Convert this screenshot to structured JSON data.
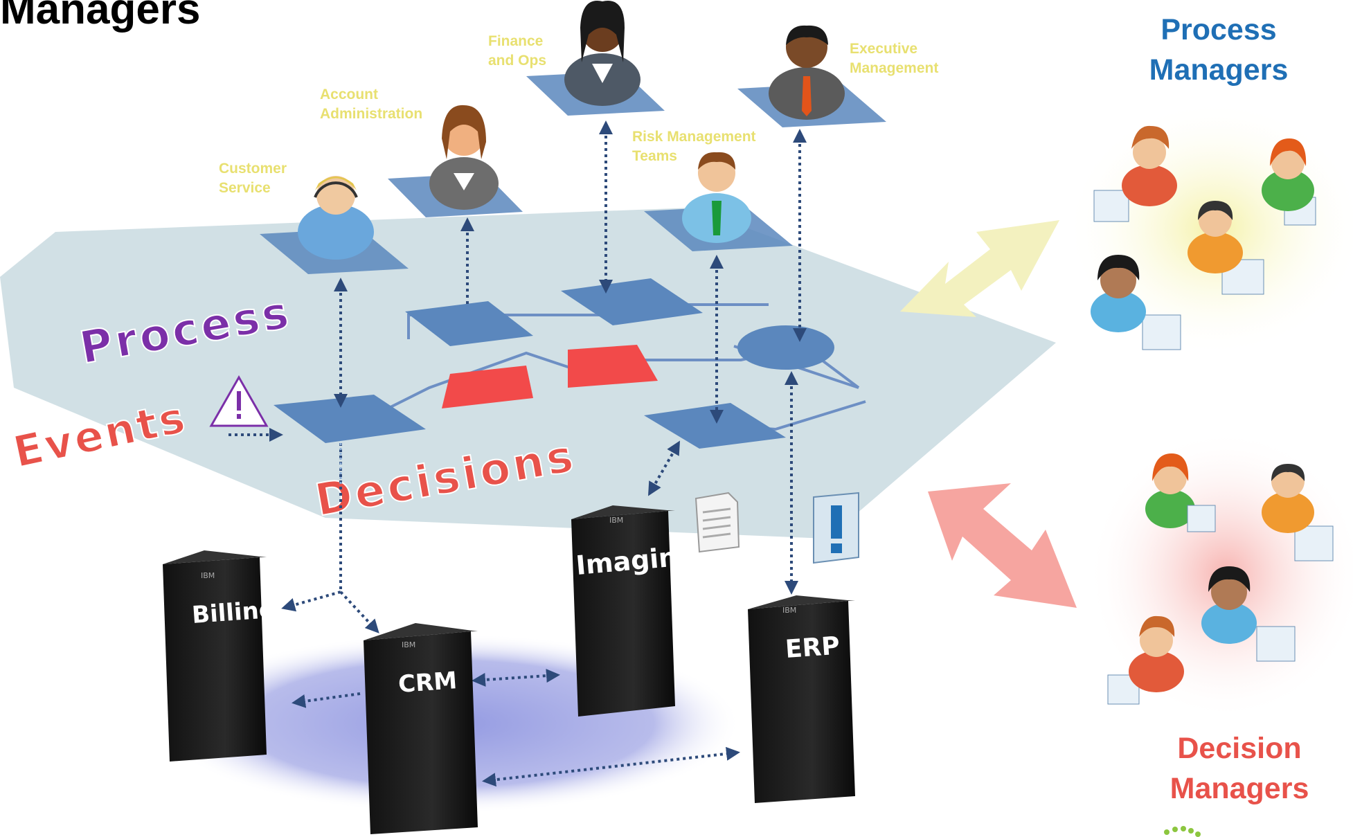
{
  "title": "Managers",
  "roles": {
    "customer_service": "Customer\nService",
    "account_admin": "Account\nAdministration",
    "finance_ops": "Finance\nand Ops",
    "risk_mgmt": "Risk Management\nTeams",
    "executive": "Executive\nManagement"
  },
  "plane_labels": {
    "process": "Process",
    "events": "Events",
    "decisions": "Decisions"
  },
  "systems": {
    "billing": "Billing",
    "crm": "CRM",
    "imaging": "Imaging",
    "erp": "ERP",
    "vendor": "IBM"
  },
  "groups": {
    "process_managers": "Process\nManagers",
    "decision_managers": "Decision\nManagers"
  },
  "colors": {
    "process_label": "#7b2fa8",
    "events_label": "#e8524a",
    "decisions_label": "#e8524a",
    "plane": "#c9dbe0",
    "task_box": "#5b87bd",
    "decision_box": "#f24a4a",
    "role_label": "#e8e070",
    "connector": "#2d4a7a",
    "process_arrow": "#f3f1bf",
    "decision_arrow": "#f6a5a0"
  },
  "icons": {
    "warning": "warning-triangle-icon",
    "alert": "exclamation-icon",
    "document": "document-icon"
  }
}
